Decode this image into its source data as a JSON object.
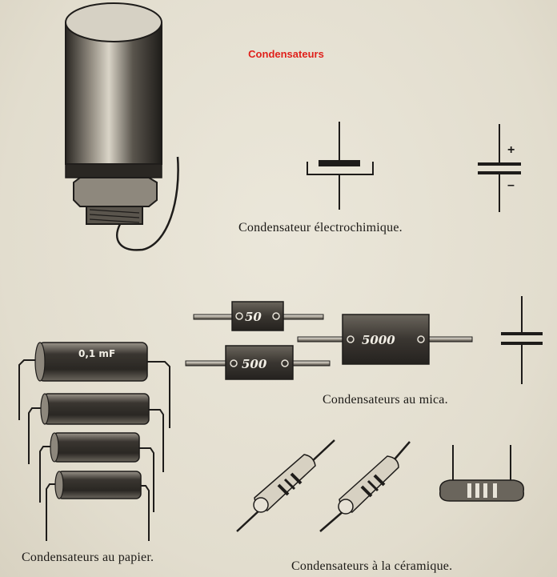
{
  "title": {
    "text": "Condensateurs",
    "color": "#e0201b"
  },
  "captions": {
    "electrochimique": "Condensateur électrochimique.",
    "mica": "Condensateurs au mica.",
    "papier": "Condensateurs au papier.",
    "ceramique": "Condensateurs à la céramique."
  },
  "symbol_labels": {
    "plus": "+",
    "minus": "–"
  },
  "mica_values": [
    "50",
    "500",
    "5000"
  ],
  "paper_label": "0,1 mF",
  "colors": {
    "paper": "#e5e0d1",
    "ink": "#1e1c1a"
  }
}
